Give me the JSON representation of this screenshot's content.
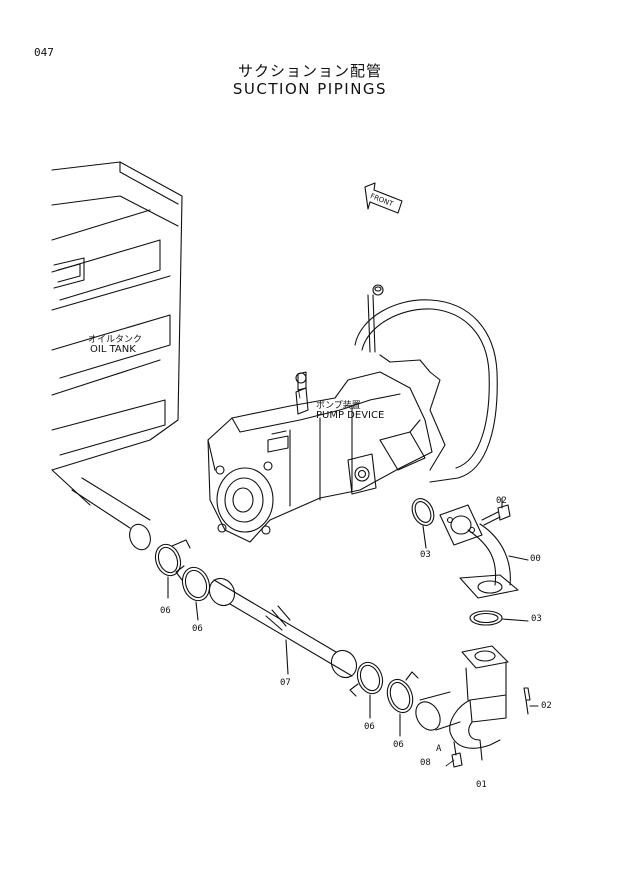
{
  "page": {
    "page_number": "047",
    "title_jp": "サクションョン配管",
    "title_en": "SUCTION PIPINGS"
  },
  "labels": {
    "oil_tank_jp": "オイルタンク",
    "oil_tank_en": "OIL TANK",
    "pump_device_jp": "ポンプ装置",
    "pump_device_en": "PUMP DEVICE",
    "front": "FRONT",
    "ref_a": "A"
  },
  "parts": [
    {
      "ref": "00"
    },
    {
      "ref": "01"
    },
    {
      "ref": "02"
    },
    {
      "ref": "02"
    },
    {
      "ref": "03"
    },
    {
      "ref": "03"
    },
    {
      "ref": "06"
    },
    {
      "ref": "06"
    },
    {
      "ref": "06"
    },
    {
      "ref": "06"
    },
    {
      "ref": "07"
    },
    {
      "ref": "08"
    }
  ]
}
